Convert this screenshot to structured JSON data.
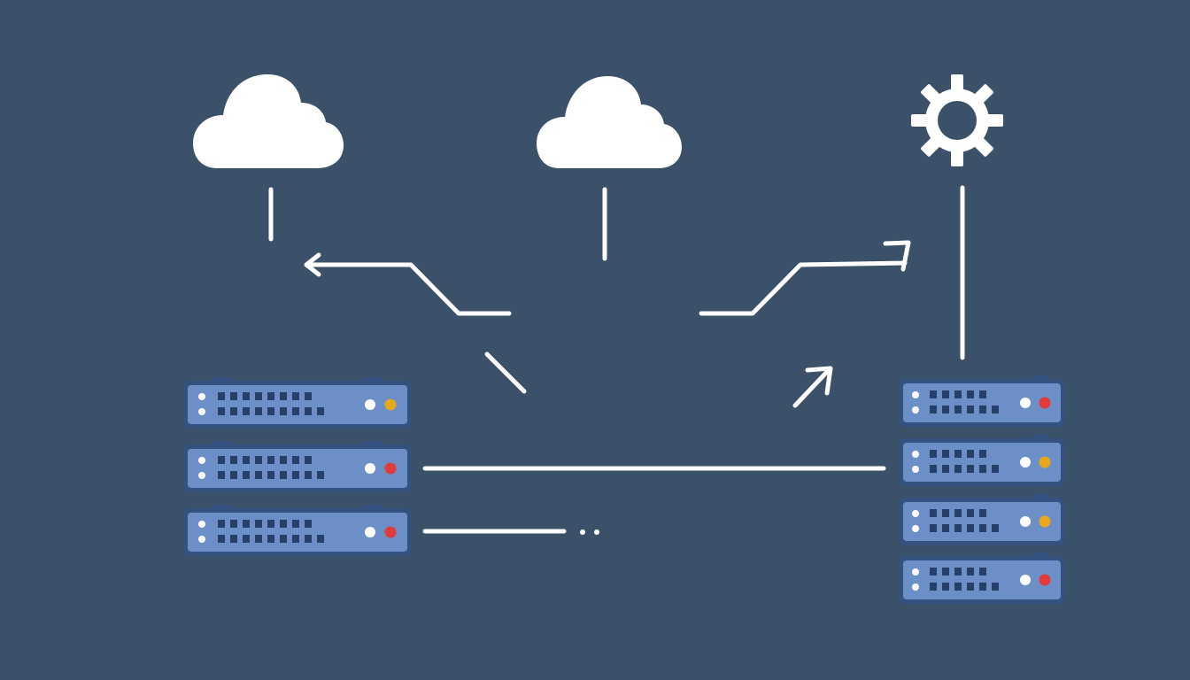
{
  "colors": {
    "background": "#3b5069",
    "line": "#ffffff",
    "icon": "#ffffff",
    "server_frame": "#34527f",
    "server_face": "#6d8fc7",
    "server_dots": "#27406a",
    "status_white": "#ffffff",
    "status_red": "#e03a3a",
    "status_amber": "#e8a81c"
  },
  "icons": {
    "left_cloud": "cloud-icon",
    "middle_cloud": "cloud-icon",
    "right_gear": "gear-icon"
  },
  "server_stacks": {
    "left": [
      {
        "status": "amber"
      },
      {
        "status": "red"
      },
      {
        "status": "red"
      }
    ],
    "right": [
      {
        "status": "red"
      },
      {
        "status": "amber"
      },
      {
        "status": "amber"
      },
      {
        "status": "red"
      }
    ]
  }
}
